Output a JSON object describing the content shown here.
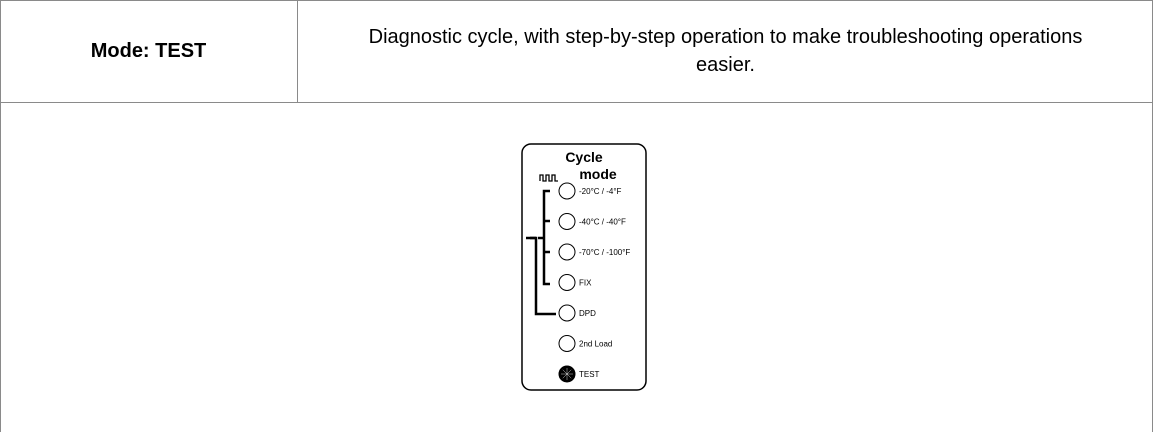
{
  "mode": {
    "label": "Mode: TEST",
    "description": "Diagnostic cycle, with step-by-step operation to make troubleshooting operations easier."
  },
  "panel": {
    "title_line1": "Cycle",
    "title_line2": "mode",
    "options": [
      {
        "label": "-20°C / -4°F",
        "active": false
      },
      {
        "label": "-40°C / -40°F",
        "active": false
      },
      {
        "label": "-70°C / -100°F",
        "active": false
      },
      {
        "label": "FIX",
        "active": false
      },
      {
        "label": "DPD",
        "active": false
      },
      {
        "label": "2nd Load",
        "active": false
      },
      {
        "label": "TEST",
        "active": true
      }
    ]
  }
}
